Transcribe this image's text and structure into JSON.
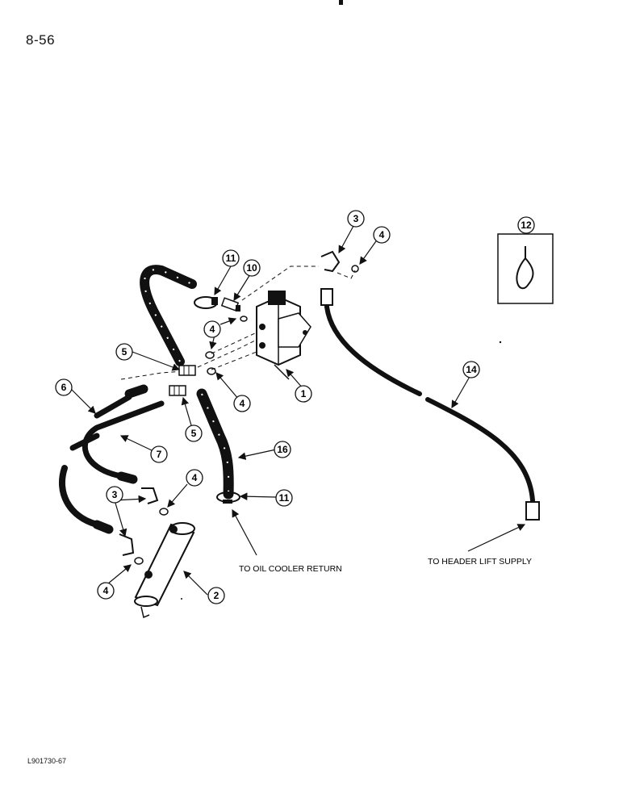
{
  "page": {
    "page_number": "8-56",
    "figure_code": "L901730-67"
  },
  "captions": {
    "oil_cooler": "TO OIL COOLER RETURN",
    "header_lift": "TO HEADER LIFT SUPPLY"
  },
  "callouts": [
    "1",
    "2",
    "3",
    "3",
    "4",
    "4",
    "4",
    "4",
    "4",
    "5",
    "5",
    "6",
    "7",
    "10",
    "11",
    "11",
    "12",
    "14",
    "16"
  ]
}
